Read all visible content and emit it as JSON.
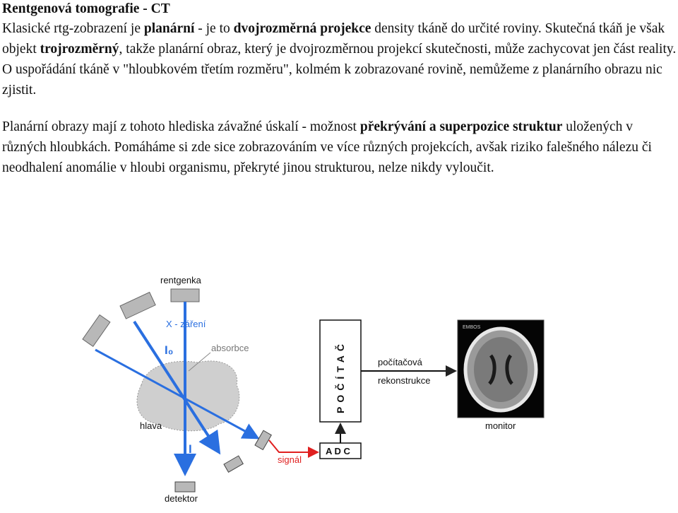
{
  "title": "Rentgenová tomografie - CT",
  "paragraph1": [
    {
      "t": "Klasické rtg-zobrazení je ",
      "b": false
    },
    {
      "t": "planární",
      "b": true
    },
    {
      "t": " - je to ",
      "b": false
    },
    {
      "t": "dvojrozměrná projekce",
      "b": true
    },
    {
      "t": " density tkáně do určité roviny. Skutečná tkáň je však objekt ",
      "b": false
    },
    {
      "t": "trojrozměrný",
      "b": true
    },
    {
      "t": ", takže planární obraz, který je dvojrozměrnou projekcí skutečnosti, může zachycovat jen část reality. O uspořádání tkáně v \"hloubkovém třetím rozměru\", kolmém k zobrazované rovině, nemůžeme z planárního obrazu nic zjistit.",
      "b": false
    }
  ],
  "paragraph2": [
    {
      "t": "Planární obrazy mají z tohoto hlediska závažné úskalí - možnost ",
      "b": false
    },
    {
      "t": "překrývání a superpozice struktur",
      "b": true
    },
    {
      "t": " uložených v různých hloubkách. Pomáháme si zde sice zobrazováním ve více různých projekcích, avšak riziko falešného nálezu či neodhalení anomálie v hloubi organismu, překryté jinou strukturou, nelze nikdy vyloučit.",
      "b": false
    }
  ],
  "diagram": {
    "rentgenka": "rentgenka",
    "xray": "X - záření",
    "i0": "I₀",
    "absorbce": "absorbce",
    "hlava": "hlava",
    "i": "I",
    "detektor": "detektor",
    "signal": "signál",
    "pocitac": "POČÍTAČ",
    "adc": "A D C",
    "recon_line1": "počítačová",
    "recon_line2": "rekonstrukce",
    "monitor": "monitor",
    "monitor_tag": "EMBOS",
    "colors": {
      "beam": "#2a6fe0",
      "signal": "#e02020",
      "tube": "#b8b8b8",
      "head": "#cfcfcf"
    }
  }
}
